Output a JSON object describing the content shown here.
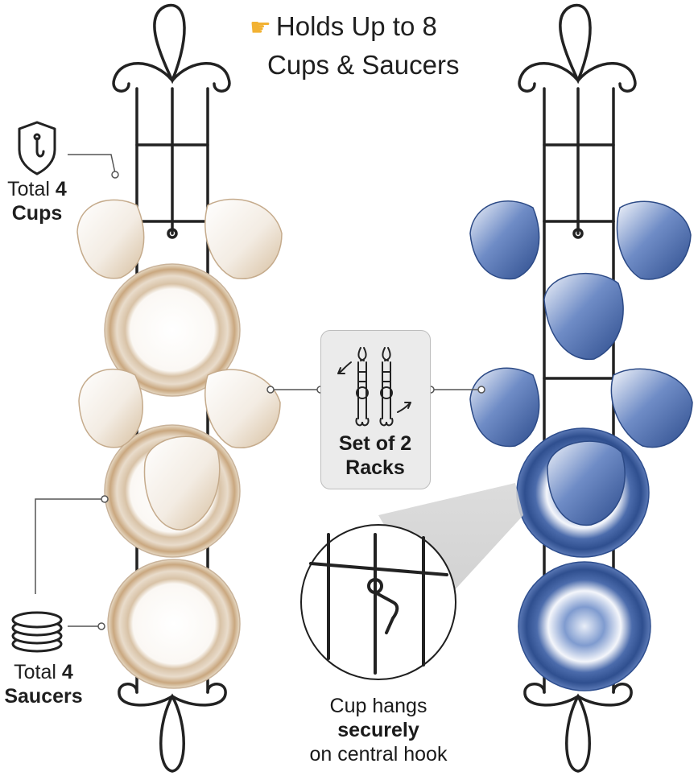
{
  "headline": {
    "icon": "pointing-hand-icon",
    "line1": "Holds Up to 8",
    "line2": "Cups & Saucers"
  },
  "cups_label": {
    "prefix": "Total",
    "count": "4",
    "noun": "Cups",
    "icon": "shield-hook-icon"
  },
  "saucers_label": {
    "prefix": "Total",
    "count": "4",
    "noun": "Saucers",
    "icon": "saucer-stack-icon"
  },
  "set_label": {
    "line1": "Set of 2",
    "line2": "Racks",
    "icon": "two-racks-icon"
  },
  "hook_caption": {
    "line1": "Cup hangs",
    "line2": "securely",
    "line3": "on central hook",
    "icon": "central-hook-icon"
  },
  "colors": {
    "rack": "#222222",
    "porcelain_blue": "#3e5d9c",
    "porcelain_floral": "#b89a7a",
    "callout_grey": "#d2d2d2"
  }
}
